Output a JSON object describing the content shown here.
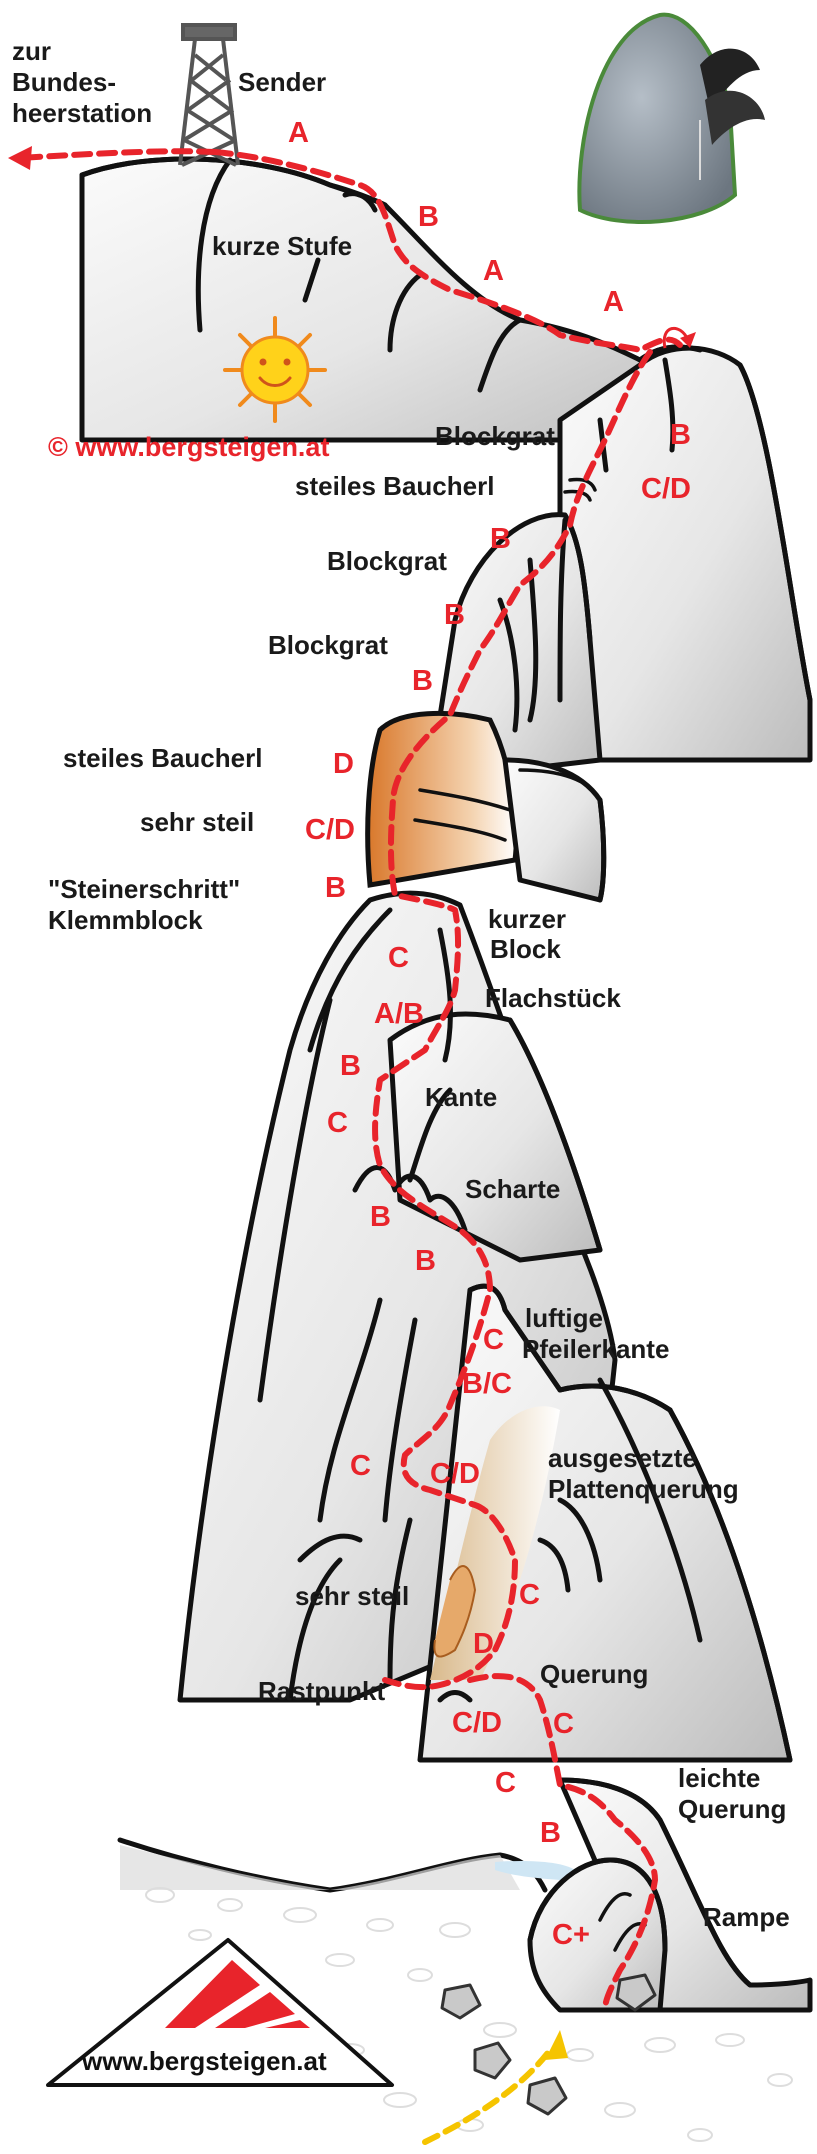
{
  "labels": {
    "zur_bundesheerstation": [
      "zur",
      "Bundes-",
      "heerstation"
    ],
    "sender": "Sender",
    "kurze_stufe": "kurze Stufe",
    "blockgrat_1": "Blockgrat",
    "steiles_baucherl_1": "steiles Baucherl",
    "blockgrat_2": "Blockgrat",
    "blockgrat_3": "Blockgrat",
    "steiles_baucherl_2": "steiles Baucherl",
    "sehr_steil_1": "sehr steil",
    "steinerschritt": "\"Steinerschritt\"",
    "klemmblock": "Klemmblock",
    "kurzer_block": [
      "kurzer",
      "Block"
    ],
    "flachstueck": "Flachstück",
    "kante": "Kante",
    "scharte": "Scharte",
    "luftige_pfeilerkante": [
      "luftige",
      "Pfeilerkante"
    ],
    "ausgesetzte_plattenquerung": [
      "ausgesetzte",
      "Plattenquerung"
    ],
    "sehr_steil_2": "sehr steil",
    "querung": "Querung",
    "rastpunkt": "Rastpunkt",
    "leichte_querung": [
      "leichte",
      "Querung"
    ],
    "rampe": "Rampe"
  },
  "grades": {
    "g01": "A",
    "g02": "B",
    "g03": "A",
    "g04": "A",
    "g05": "B",
    "g06": "C/D",
    "g07": "B",
    "g08": "B",
    "g09": "B",
    "g10": "D",
    "g11": "C/D",
    "g12": "B",
    "g13": "C",
    "g14": "A/B",
    "g15": "B",
    "g16": "C",
    "g17": "B",
    "g18": "B",
    "g19": "C",
    "g20": "B/C",
    "g21": "C",
    "g22": "C/D",
    "g23": "C",
    "g24": "D",
    "g25": "C/D",
    "g26": "C",
    "g27": "C",
    "g28": "B",
    "g29": "C+"
  },
  "copyright": "© www.bergsteigen.at",
  "logo_text": "www.bergsteigen.at",
  "colors": {
    "route": "#e8242b",
    "approach": "#f5c400",
    "rock_light": "#f7f7f7",
    "rock_shade": "#bdbdbd",
    "sun": "#ffd21a",
    "hat": "#8e99a4"
  }
}
